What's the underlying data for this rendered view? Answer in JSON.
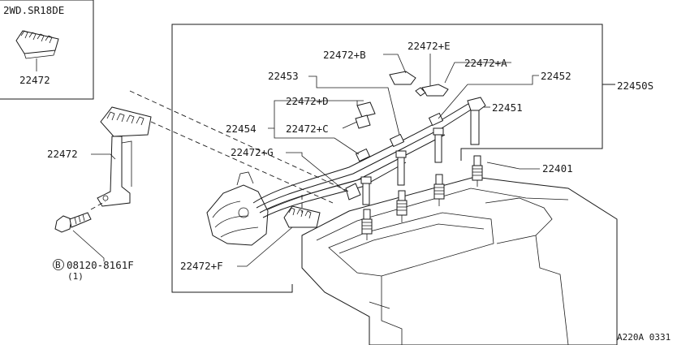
{
  "inset": {
    "variant": "2WD.SR18DE",
    "part": "22472"
  },
  "labels": {
    "l22472_e": "22472+E",
    "l22472_b": "22472+B",
    "l22453": "22453",
    "l22472_a": "22472+A",
    "l22452": "22452",
    "l22450s": "22450S",
    "l22472_d": "22472+D",
    "l22451": "22451",
    "l22454": "22454",
    "l22472_c": "22472+C",
    "l22472_g": "22472+G",
    "l22472": "22472",
    "l22401": "22401",
    "l22472_f": "22472+F",
    "bolt_code": "08120-8161F",
    "bolt_symbol": "B",
    "bolt_qty": "(1)"
  },
  "footer": {
    "code": "A220A 0331"
  }
}
